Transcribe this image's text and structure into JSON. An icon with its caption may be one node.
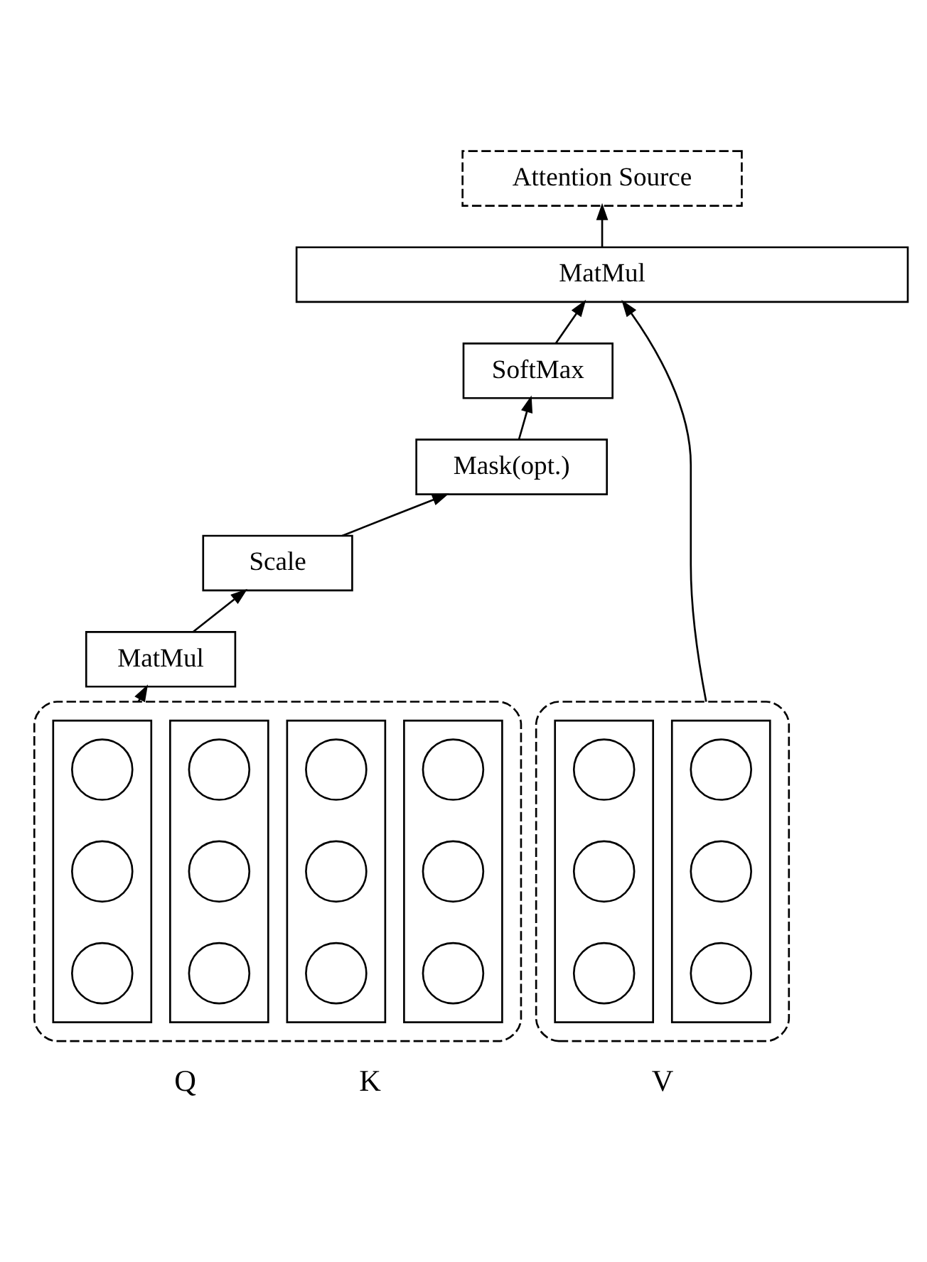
{
  "diagram": {
    "nodes": [
      {
        "text": [
          "Attention Source"
        ]
      },
      {
        "text": [
          "MatMul"
        ]
      },
      {
        "text": [
          "SoftMax"
        ]
      },
      {
        "text": [
          "Mask(opt.)"
        ]
      },
      {
        "text": [
          "Scale"
        ]
      },
      {
        "text": [
          "MatMul"
        ]
      },
      {
        "text": [],
        "shape": "box"
      },
      {
        "text": [],
        "shape": "bar",
        "in": 6
      },
      {
        "text": [],
        "shape": "circle",
        "in": 7
      },
      {
        "text": [],
        "shape": "circle",
        "in": 7
      },
      {
        "text": [],
        "shape": "circle",
        "in": 7
      },
      {
        "text": [],
        "shape": "bar",
        "in": 6
      },
      {
        "text": [],
        "shape": "circle",
        "in": 11
      },
      {
        "text": [],
        "shape": "circle",
        "in": 11
      },
      {
        "text": [],
        "shape": "circle",
        "in": 11
      },
      {
        "text": [],
        "shape": "bar",
        "in": 6
      },
      {
        "text": [],
        "shape": "circle",
        "in": 15
      },
      {
        "text": [],
        "shape": "circle",
        "in": 15
      },
      {
        "text": [],
        "shape": "circle",
        "in": 15
      },
      {
        "text": [],
        "shape": "bar",
        "in": 6
      },
      {
        "text": [],
        "shape": "circle",
        "in": 19
      },
      {
        "text": [],
        "shape": "circle",
        "in": 19
      },
      {
        "text": [],
        "shape": "circle",
        "in": 19
      },
      {
        "text": [],
        "shape": "box"
      },
      {
        "text": [],
        "shape": "bar",
        "in": 23
      },
      {
        "text": [],
        "shape": "circle",
        "in": 24
      },
      {
        "text": [],
        "shape": "circle",
        "in": 24
      },
      {
        "text": [],
        "shape": "circle",
        "in": 24
      },
      {
        "text": [],
        "shape": "bar",
        "in": 23
      },
      {
        "text": [],
        "shape": "circle",
        "in": 28
      },
      {
        "text": [],
        "shape": "circle",
        "in": 28
      },
      {
        "text": [],
        "shape": "circle",
        "in": 28
      }
    ],
    "edges": [
      {
        "from": 1,
        "to": 0,
        "arrow": "to"
      },
      {
        "from": 2,
        "to": 1,
        "arrow": "to"
      },
      {
        "from": 3,
        "to": 2,
        "arrow": "to"
      },
      {
        "from": 4,
        "to": 3,
        "arrow": "to"
      },
      {
        "from": 5,
        "to": 4,
        "arrow": "to"
      },
      {
        "from": 6,
        "to": 5,
        "arrow": "to"
      },
      {
        "from": 23,
        "to": 1,
        "arrow": "to"
      }
    ],
    "labels": [
      "Q",
      "K",
      "V"
    ]
  }
}
